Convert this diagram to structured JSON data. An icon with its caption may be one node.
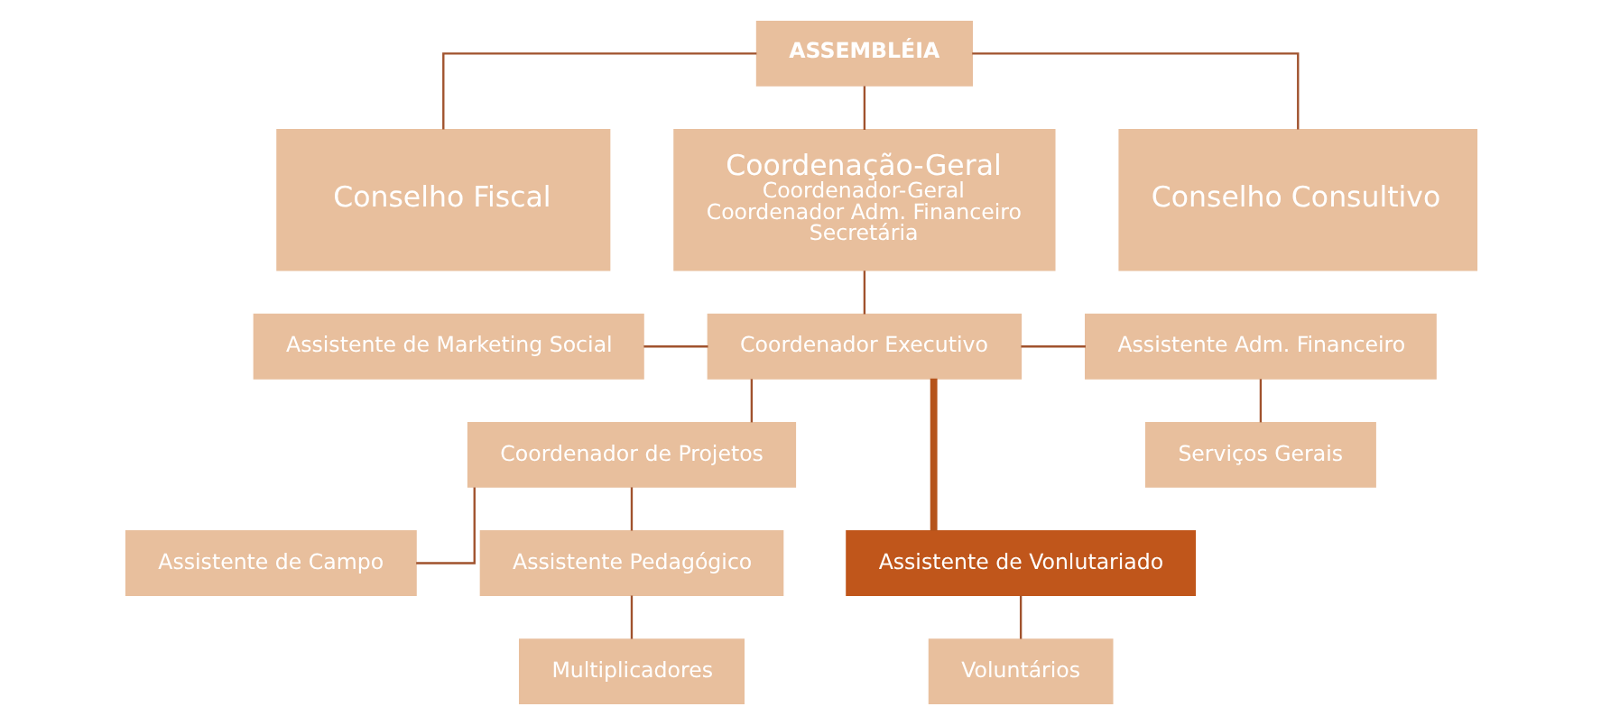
{
  "diagram": {
    "nodes": [
      {
        "text": [
          "ASSEMBLÉIA"
        ]
      },
      {
        "text": [
          "Conselho Fiscal"
        ]
      },
      {
        "text": [
          "Coordenação-Geral",
          "Coordenador-Geral",
          "Coordenador Adm. Financeiro",
          "Secretária"
        ]
      },
      {
        "text": [
          "Conselho Consultivo"
        ]
      },
      {
        "text": [
          "Assistente de Marketing Social"
        ]
      },
      {
        "text": [
          "Coordenador Executivo"
        ]
      },
      {
        "text": [
          "Assistente Adm. Financeiro"
        ]
      },
      {
        "text": [
          "Coordenador de Projetos"
        ]
      },
      {
        "text": [
          "Serviços Gerais"
        ]
      },
      {
        "text": [
          "Assistente de Campo"
        ]
      },
      {
        "text": [
          "Assistente Pedagógico"
        ]
      },
      {
        "text": [
          "Assistente de Vonlutariado"
        ]
      },
      {
        "text": [
          "Multiplicadores"
        ]
      },
      {
        "text": [
          "Voluntários"
        ]
      }
    ],
    "edges": [
      {
        "from": 0,
        "to": 1,
        "arrow": "none"
      },
      {
        "from": 0,
        "to": 2,
        "arrow": "none"
      },
      {
        "from": 0,
        "to": 3,
        "arrow": "none"
      },
      {
        "from": 2,
        "to": 5,
        "arrow": "none"
      },
      {
        "from": 4,
        "to": 5,
        "arrow": "none"
      },
      {
        "from": 5,
        "to": 6,
        "arrow": "none"
      },
      {
        "from": 6,
        "to": 8,
        "arrow": "none"
      },
      {
        "from": 5,
        "to": 7,
        "arrow": "none"
      },
      {
        "from": 7,
        "to": 9,
        "arrow": "none"
      },
      {
        "from": 7,
        "to": 10,
        "arrow": "none"
      },
      {
        "from": 10,
        "to": 12,
        "arrow": "none"
      },
      {
        "from": 5,
        "to": 11,
        "arrow": "none",
        "style": "thick",
        "color": "#b5541c"
      },
      {
        "from": 11,
        "to": 13,
        "arrow": "none"
      }
    ]
  }
}
